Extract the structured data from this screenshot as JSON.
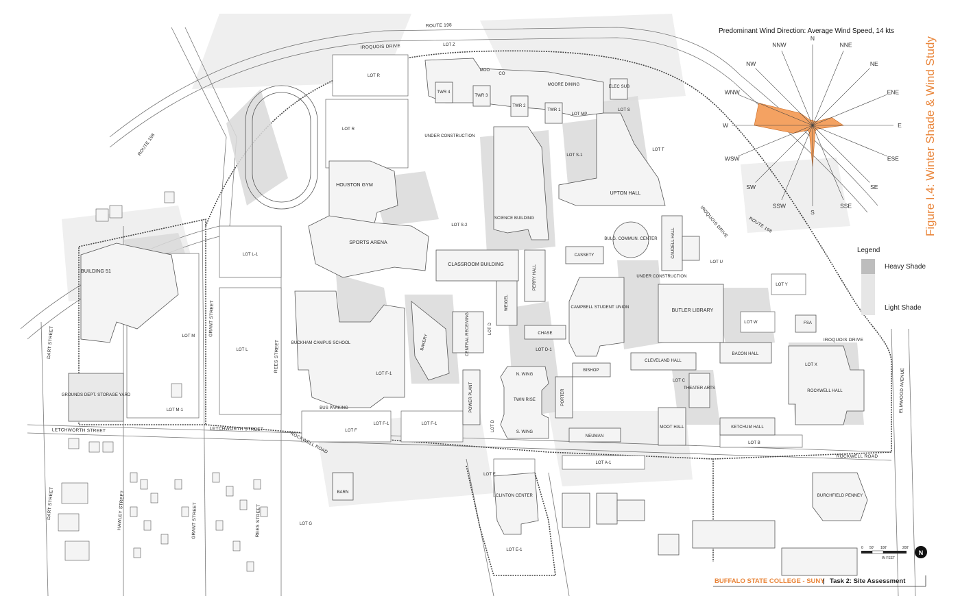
{
  "figure_title": "Figure I.4: Winter Shade & Wind Study",
  "wind_rose": {
    "title": "Predominant Wind Direction: Average Wind Speed, 14 kts",
    "directions": [
      "N",
      "NNE",
      "NE",
      "ENE",
      "E",
      "ESE",
      "SE",
      "SSE",
      "S",
      "SSW",
      "SW",
      "WSW",
      "W",
      "WNW",
      "NW",
      "NNW"
    ],
    "fill_color": "#f4a262"
  },
  "legend": {
    "title": "Legend",
    "heavy": "Heavy Shade",
    "light": "Light Shade",
    "heavy_color": "#bdbdbd",
    "light_color": "#e6e6e6"
  },
  "footer": {
    "school": "BUFFALO STATE COLLEGE - SUNY",
    "separator": "|",
    "task": "Task 2: Site Assessment"
  },
  "scale": {
    "ticks": [
      "0",
      "50'",
      "100'",
      "200'"
    ],
    "unit": "IN FEET",
    "north": "N"
  },
  "buildings": {
    "houston_gym": "HOUSTON GYM",
    "sports_arena": "SPORTS ARENA",
    "building_51": "BUILDING 51",
    "grounds": "GROUNDS DEPT. STORAGE YARD",
    "buckham": "BUCKHAM CAMPUS SCHOOL",
    "bakery": "BAKERY",
    "central_receiving": "CENTRAL RECEIVING",
    "weigel": "WEIGEL",
    "perry_hall": "PERRY HALL",
    "classroom": "CLASSROOM BUILDING",
    "science": "SCIENCE BUILDING",
    "under_construction": "UNDER CONSTRUCTION",
    "upton": "UPTON HALL",
    "bulg": "BULG. COMMUN. CENTER",
    "cassety": "CASSETY",
    "caudell": "CAUDELL HALL",
    "under_construction_2": "UNDER CONSTRUCTION",
    "butler": "BUTLER LIBRARY",
    "campbell": "CAMPBELL STUDENT UNION",
    "chase": "CHASE",
    "moore_dining": "MOORE DINING",
    "elec_sub": "ELEC SUB",
    "twr4": "TWR 4",
    "twr3": "TWR 3",
    "twr2": "TWR 2",
    "twr1": "TWR 1",
    "moo": "MOO",
    "co": "CO",
    "cleveland": "CLEVELAND HALL",
    "bacon": "BACON HALL",
    "rockwell_hall": "ROCKWELL HALL",
    "bishop": "BISHOP",
    "porter": "PORTER",
    "neuman": "NEUMAN",
    "twin_rise": "TWIN RISE",
    "n_wing": "N. WING",
    "s_wing": "S. WING",
    "power_plant": "POWER PLANT",
    "theater": "THEATER ARTS",
    "moot": "MOOT HALL",
    "ketchum": "KETCHUM HALL",
    "clinton": "CLINTON CENTER",
    "burchfield": "BURCHFIELD PENNEY",
    "barn": "BARN",
    "fsa": "FSA"
  },
  "lots": {
    "r_top": "LOT R",
    "r": "LOT R",
    "s1": "LOT S-1",
    "s2": "LOT S-2",
    "mp": "LOT MP",
    "s": "LOT S",
    "t": "LOT T",
    "l1": "LOT L-1",
    "l": "LOT L",
    "m": "LOT M",
    "m1": "LOT M-1",
    "f1a": "LOT F-1",
    "f1b": "LOT F-1",
    "f1c": "LOT F-1",
    "f": "LOT F",
    "d_top": "LOT D",
    "d": "LOT D",
    "d1": "LOT D-1",
    "u": "LOT U",
    "y": "LOT Y",
    "w": "LOT W",
    "x": "LOT X",
    "c": "LOT C",
    "b": "LOT B",
    "a1": "LOT A-1",
    "e": "LOT E",
    "e1": "LOT E-1",
    "g": "LOT G",
    "z": "LOT Z",
    "bus": "BUS PARKING"
  },
  "streets": {
    "route198_top": "ROUTE 198",
    "route198_left": "ROUTE 198",
    "route198_right": "ROUTE 198",
    "iroquois_top": "IROQUOIS DRIVE",
    "iroquois_right": "IROQUOIS DRIVE",
    "iroquois_east": "IROQUOIS DRIVE",
    "dart1": "DART STREET",
    "dart2": "DART STREET",
    "grant1": "GRANT STREET",
    "grant2": "GRANT STREET",
    "rees1": "REES STREET",
    "rees2": "REES STREET",
    "hawley": "HAWLEY STREET",
    "letchworth1": "LETCHWORTH STREET",
    "letchworth2": "LETCHWORTH STREET",
    "rockwell_road1": "ROCKWELL ROAD",
    "rockwell_road2": "ROCKWELL ROAD",
    "elmwood": "ELMWOOD AVENUE"
  }
}
